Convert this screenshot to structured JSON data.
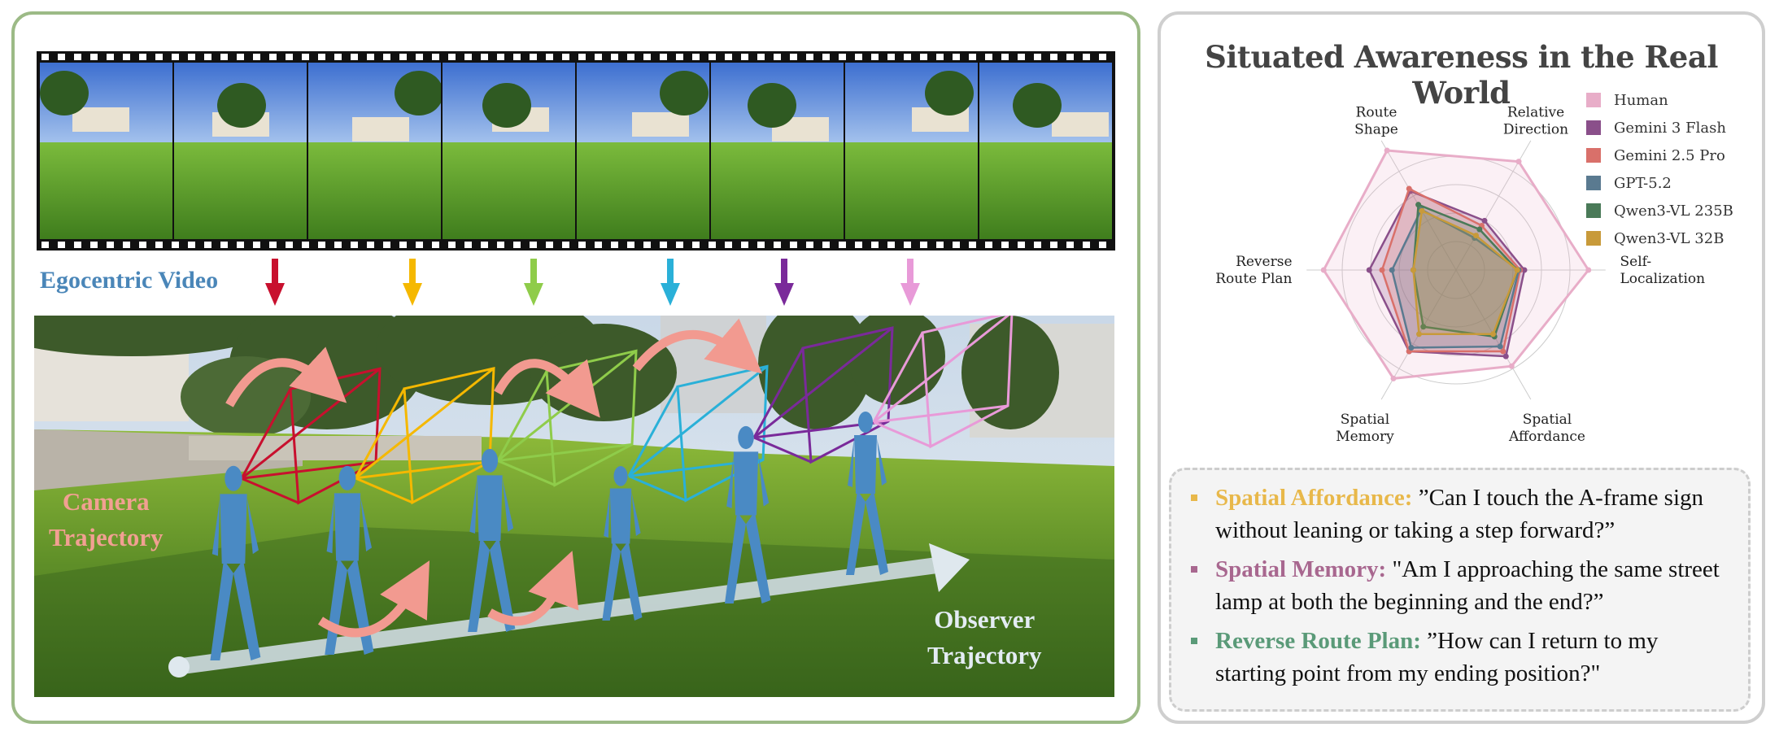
{
  "left": {
    "egocentric_label": "Egocentric Video",
    "camera_label": [
      "Camera",
      "Trajectory"
    ],
    "observer_label": [
      "Observer",
      "Trajectory"
    ],
    "frame_arrow_colors": [
      "#c8102e",
      "#f5b800",
      "#8fcc4a",
      "#2ab0d8",
      "#7a2a9a",
      "#e89ad8"
    ]
  },
  "right": {
    "title": "Situated Awareness in the Real World",
    "questions": [
      {
        "category": "Spatial Affordance:",
        "text": " ”Can I touch the A-frame sign without leaning or taking a step forward?”",
        "color": "#e8b84a"
      },
      {
        "category": "Spatial Memory:",
        "text": " \"Am I approaching the same street lamp at both the beginning and the end?”",
        "color": "#a8678f"
      },
      {
        "category": "Reverse Route Plan:",
        "text": " ”How can I return to my starting point from my ending position?\"",
        "color": "#5a9a78"
      }
    ]
  },
  "chart_data": {
    "type": "radar",
    "title": "Situated Awareness in the Real World",
    "axes": [
      [
        "Self-",
        "Localization"
      ],
      [
        "Relative",
        "Direction"
      ],
      [
        "Route",
        "Shape"
      ],
      [
        "Reverse",
        "Route Plan"
      ],
      [
        "Spatial",
        "Memory"
      ],
      [
        "Spatial",
        "Affordance"
      ]
    ],
    "rlim": [
      0,
      100
    ],
    "grid_rings": [
      20,
      40,
      60,
      80
    ],
    "legend_position": "top-right",
    "series": [
      {
        "name": "Human",
        "color": "#e8adc8",
        "values": [
          93,
          88,
          97,
          93,
          88,
          78
        ]
      },
      {
        "name": "Gemini 3 Flash",
        "color": "#8a4f8a",
        "values": [
          48,
          40,
          64,
          61,
          66,
          70
        ]
      },
      {
        "name": "Gemini 2.5 Pro",
        "color": "#d9706a",
        "values": [
          45,
          36,
          66,
          52,
          66,
          66
        ]
      },
      {
        "name": "GPT-5.2",
        "color": "#5a7a90",
        "values": [
          44,
          26,
          49,
          45,
          63,
          62
        ]
      },
      {
        "name": "Qwen3-VL 235B",
        "color": "#4a7a58",
        "values": [
          43,
          33,
          53,
          30,
          46,
          54
        ]
      },
      {
        "name": "Qwen3-VL 32B",
        "color": "#c89a3a",
        "values": [
          43,
          28,
          48,
          30,
          52,
          52
        ]
      }
    ]
  }
}
